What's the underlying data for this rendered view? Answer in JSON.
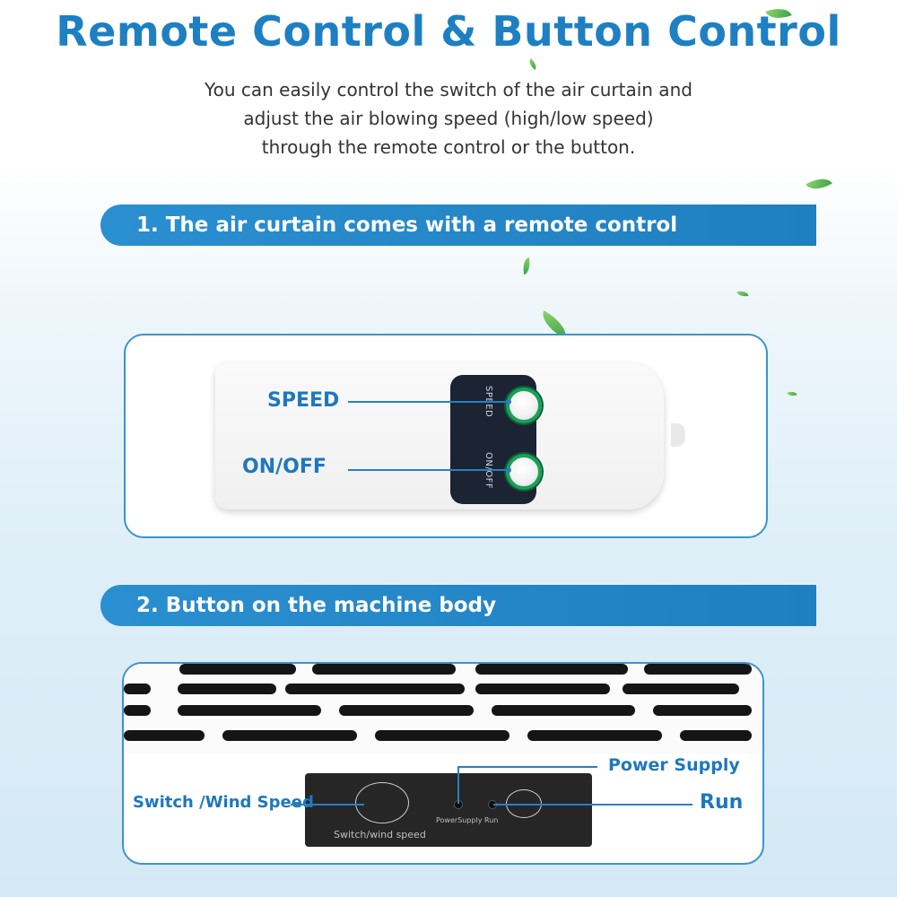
{
  "title": "Remote Control & Button Control",
  "intro": {
    "line1": "You can easily control the switch of the air curtain and",
    "line2": "adjust the air blowing speed (high/low speed)",
    "line3": "through the remote control or the button."
  },
  "section1": {
    "heading": "1. The air curtain comes with a remote control",
    "speed_label": "SPEED",
    "onoff_label": "ON/OFF",
    "key_speed_text": "SPEED",
    "key_onoff_text": "ON/OFF"
  },
  "section2": {
    "heading": "2. Button on the machine body",
    "switch_label": "Switch /Wind Speed",
    "power_label": "Power Supply",
    "run_label": "Run",
    "panel_switch_text": "Switch/wind speed",
    "panel_power_text": "PowerSupply",
    "panel_run_text": "Run"
  },
  "colors": {
    "accent": "#1e7fc2",
    "bar": "#2a8fd0",
    "keypad": "#1c2333",
    "key_ring": "#19a05a"
  },
  "icons": [
    "leaf-icon",
    "speed-button-icon",
    "onoff-button-icon"
  ]
}
